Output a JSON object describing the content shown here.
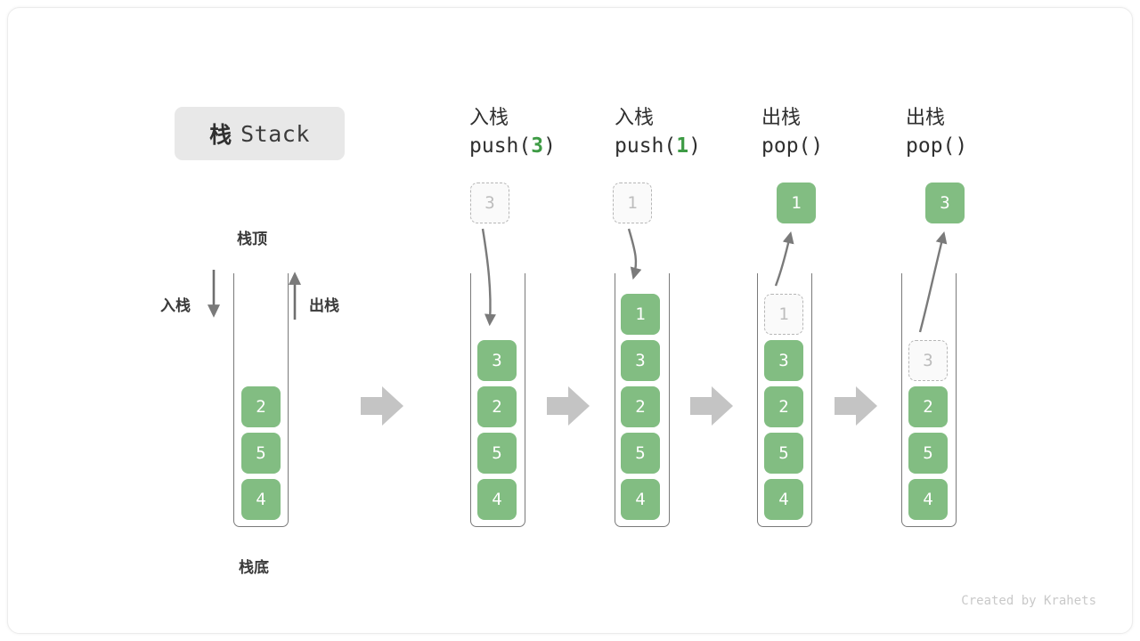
{
  "title": {
    "cn": "栈",
    "en": "Stack"
  },
  "labels": {
    "top": "栈顶",
    "bottom": "栈底",
    "push_side": "入栈",
    "pop_side": "出栈"
  },
  "columns": [
    {
      "id": "initial",
      "header_cn": "",
      "header_code": "",
      "cells": [
        "2",
        "5",
        "4"
      ],
      "ghost": null,
      "outside": null
    },
    {
      "id": "push-3",
      "header_cn": "入栈",
      "header_code_prefix": "push(",
      "header_code_num": "3",
      "header_code_suffix": ")",
      "cells": [
        "3",
        "2",
        "5",
        "4"
      ],
      "ghost": "3",
      "ghost_position": "outside-top",
      "outside": null
    },
    {
      "id": "push-1",
      "header_cn": "入栈",
      "header_code_prefix": "push(",
      "header_code_num": "1",
      "header_code_suffix": ")",
      "cells": [
        "1",
        "3",
        "2",
        "5",
        "4"
      ],
      "ghost": "1",
      "ghost_position": "outside-top",
      "outside": null
    },
    {
      "id": "pop-1",
      "header_cn": "出栈",
      "header_code_prefix": "pop(",
      "header_code_num": "",
      "header_code_suffix": ")",
      "cells": [
        "3",
        "2",
        "5",
        "4"
      ],
      "ghost": "1",
      "ghost_position": "inside-top",
      "outside": "1"
    },
    {
      "id": "pop-3",
      "header_cn": "出栈",
      "header_code_prefix": "pop(",
      "header_code_num": "",
      "header_code_suffix": ")",
      "cells": [
        "2",
        "5",
        "4"
      ],
      "ghost": "3",
      "ghost_position": "inside-top",
      "outside": "3"
    }
  ],
  "flow_arrows": 4,
  "colors": {
    "cell_green": "#82bd82",
    "accent_green": "#3e9b45",
    "ghost_border": "#b6b6b6",
    "arrow_gray": "#c4c4c4",
    "curve_gray": "#7a7a7a",
    "badge_bg": "#e8e8e8"
  },
  "footer": "Created by Krahets"
}
